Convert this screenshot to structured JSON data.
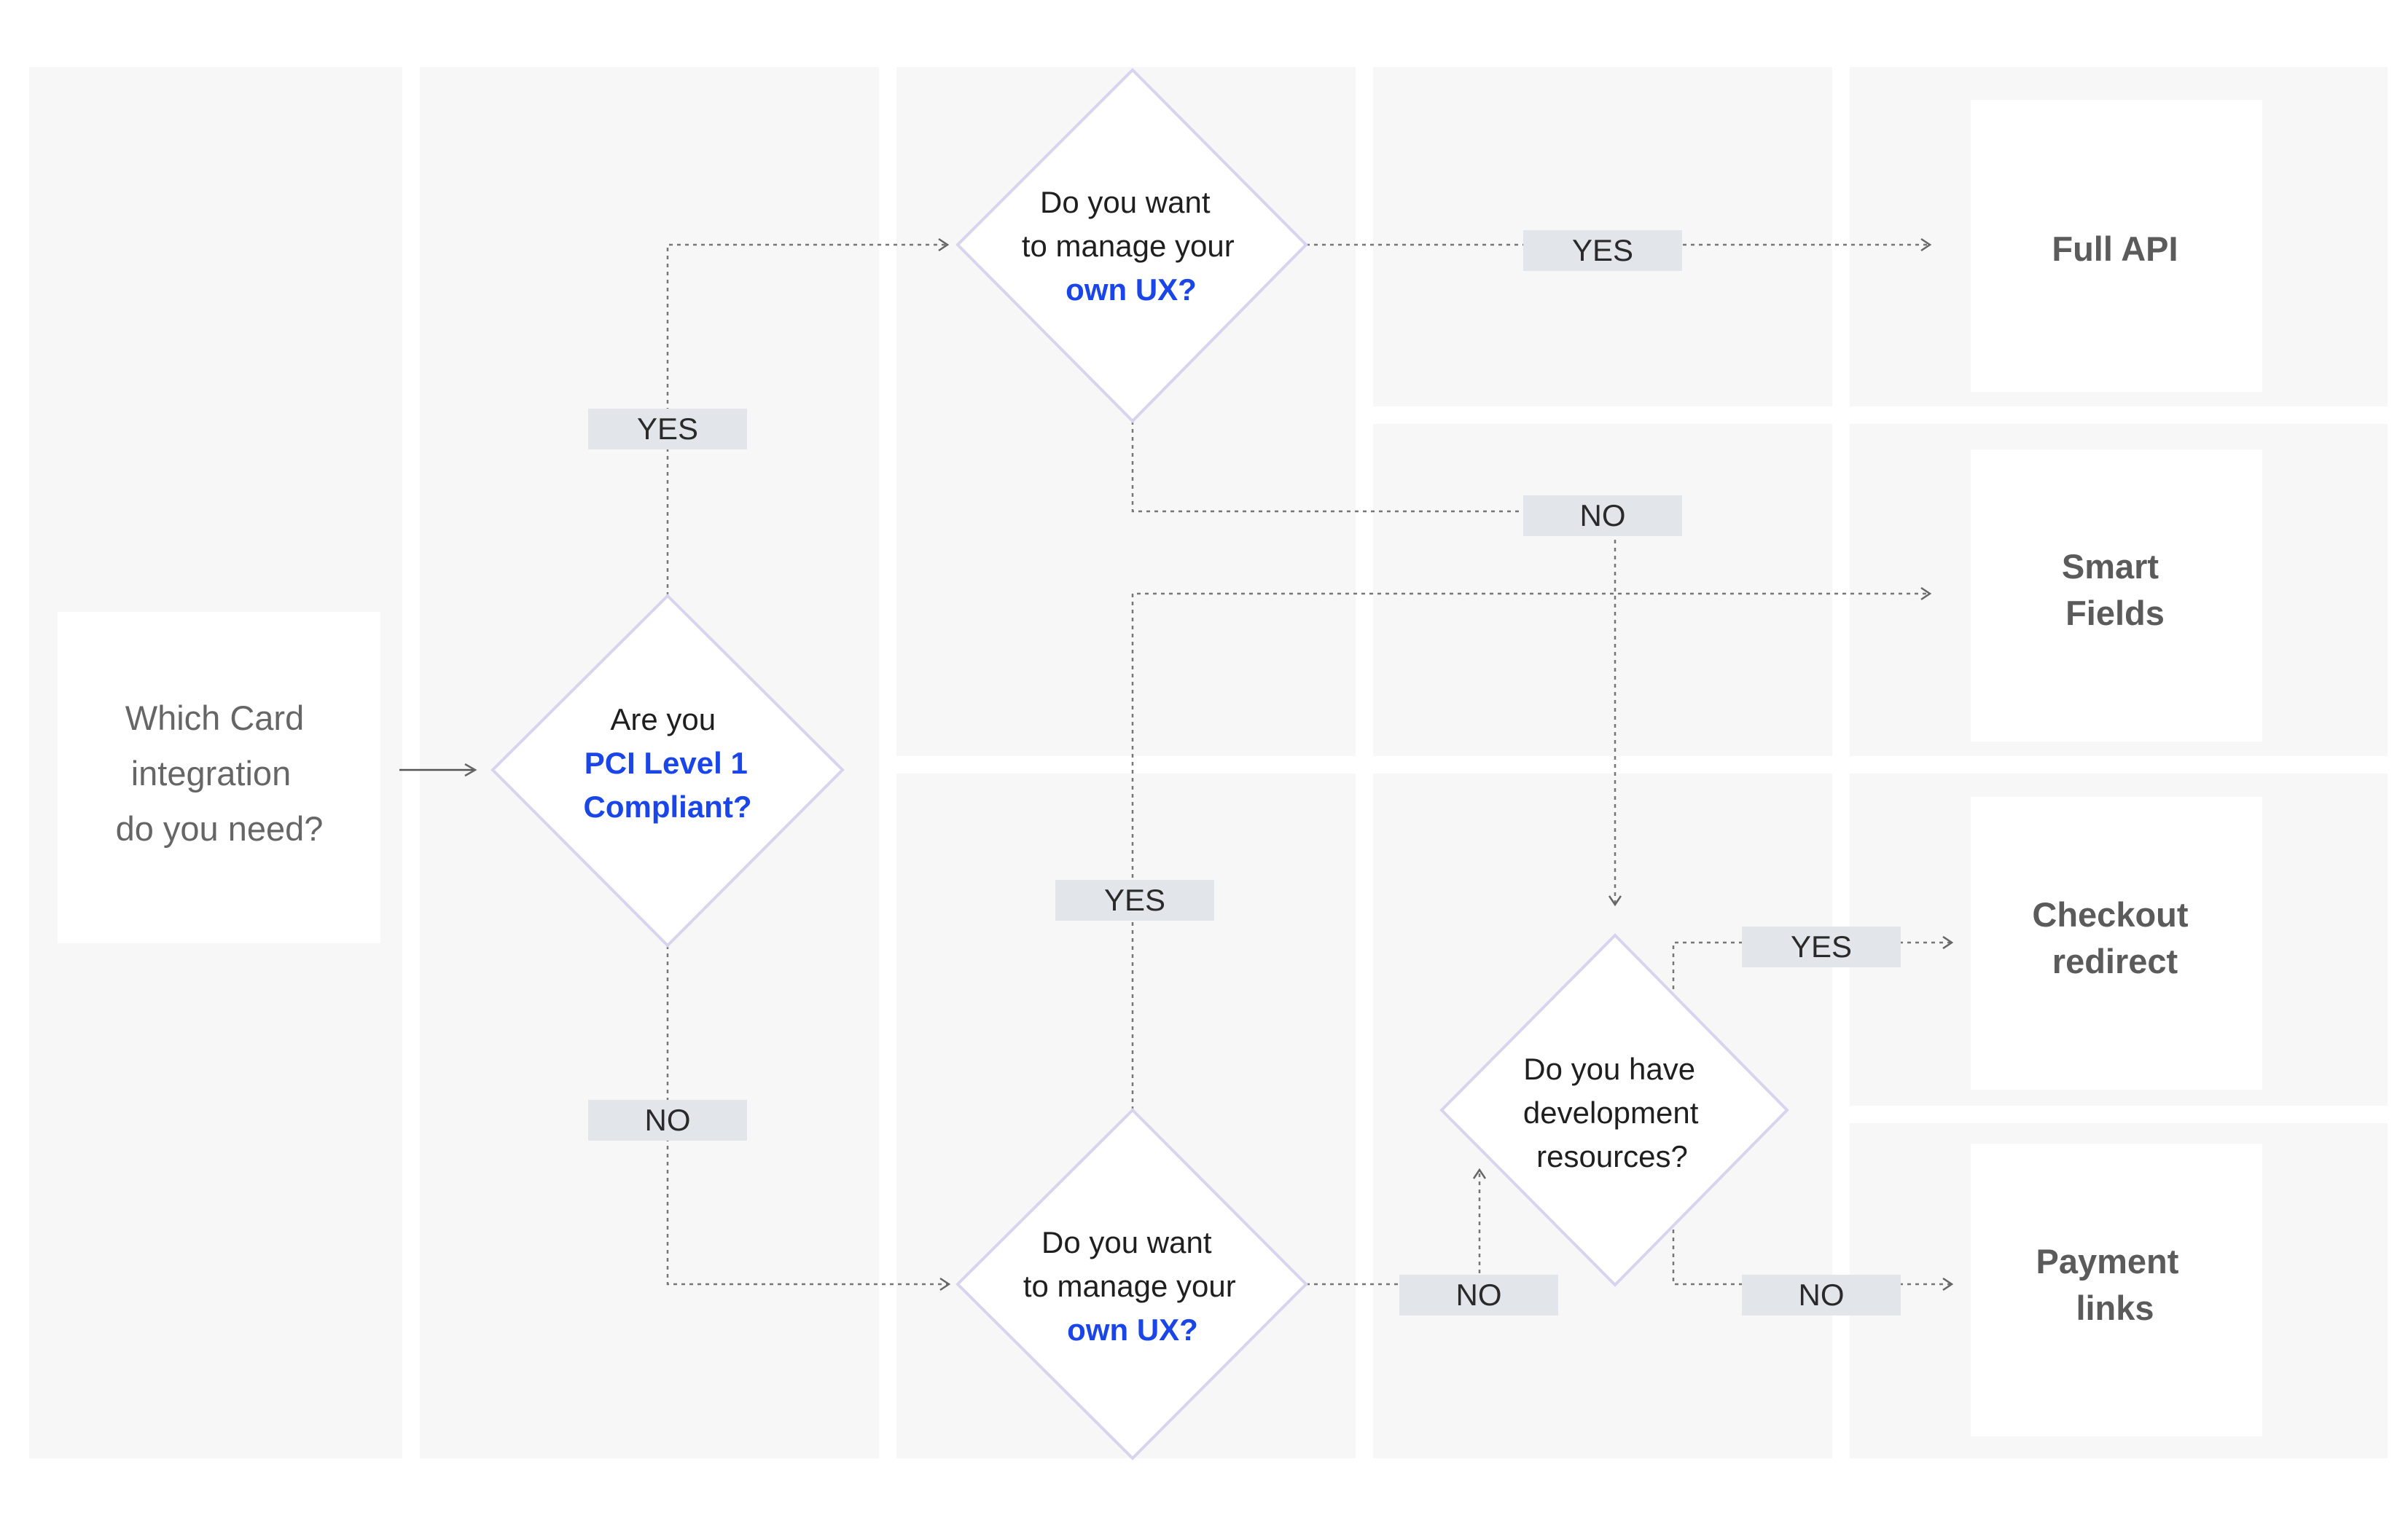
{
  "start": {
    "lines": [
      "Which Card",
      "integration",
      "do you need?"
    ]
  },
  "decisions": {
    "pci": {
      "line1": "Are you",
      "highlight": [
        "PCI Level 1",
        "Compliant?"
      ]
    },
    "ux_top": {
      "lines": [
        "Do you want",
        "to manage your"
      ],
      "highlight": "own UX?"
    },
    "ux_bottom": {
      "lines": [
        "Do you want",
        "to manage your"
      ],
      "highlight": "own UX?"
    },
    "dev": {
      "lines": [
        "Do you have",
        "development",
        "resources?"
      ]
    }
  },
  "labels": {
    "pci_yes": "YES",
    "pci_no": "NO",
    "ux_top_yes": "YES",
    "ux_top_no": "NO",
    "ux_bottom_yes": "YES",
    "ux_bottom_no": "NO",
    "dev_yes": "YES",
    "dev_no": "NO"
  },
  "outcomes": {
    "full_api": [
      "Full API"
    ],
    "smart_fields": [
      "Smart",
      "Fields"
    ],
    "checkout_redirect": [
      "Checkout",
      "redirect"
    ],
    "payment_links": [
      "Payment",
      "links"
    ]
  },
  "colors": {
    "lane_bg": "#f7f7f7",
    "diamond_stroke": "#d8d4ee",
    "highlight_blue": "#1a45e8",
    "badge_bg": "#e2e5ea"
  }
}
